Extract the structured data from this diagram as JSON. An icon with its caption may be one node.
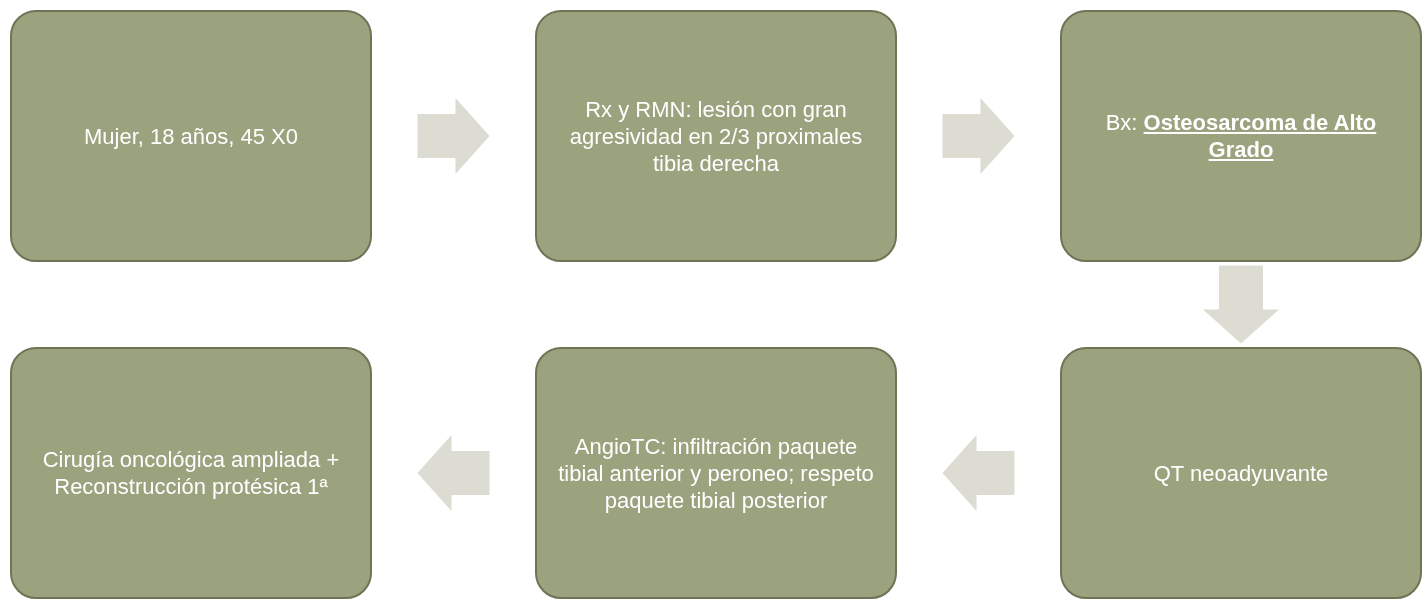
{
  "diagram": {
    "nodes": [
      {
        "text": [
          "Mujer, 18 años, 45 X0"
        ]
      },
      {
        "text": [
          "Rx y RMN: lesión con gran agresividad en 2/3 proximales tibia derecha"
        ]
      },
      {
        "text": [
          "Bx: **Osteosarcoma de Alto Grado**"
        ]
      },
      {
        "text": [
          "QT neoadyuvante"
        ]
      },
      {
        "text": [
          "AngioTC: infiltración paquete tibial anterior y peroneo; respeto paquete tibial posterior"
        ]
      },
      {
        "text": [
          "Cirugía oncológica ampliada + Reconstrucción protésica 1ª"
        ]
      }
    ],
    "edges": [
      {
        "from": 0,
        "to": 1,
        "arrow": "to"
      },
      {
        "from": 1,
        "to": 2,
        "arrow": "to"
      },
      {
        "from": 2,
        "to": 3,
        "arrow": "to"
      },
      {
        "from": 3,
        "to": 4,
        "arrow": "to"
      },
      {
        "from": 4,
        "to": 5,
        "arrow": "to"
      }
    ]
  }
}
